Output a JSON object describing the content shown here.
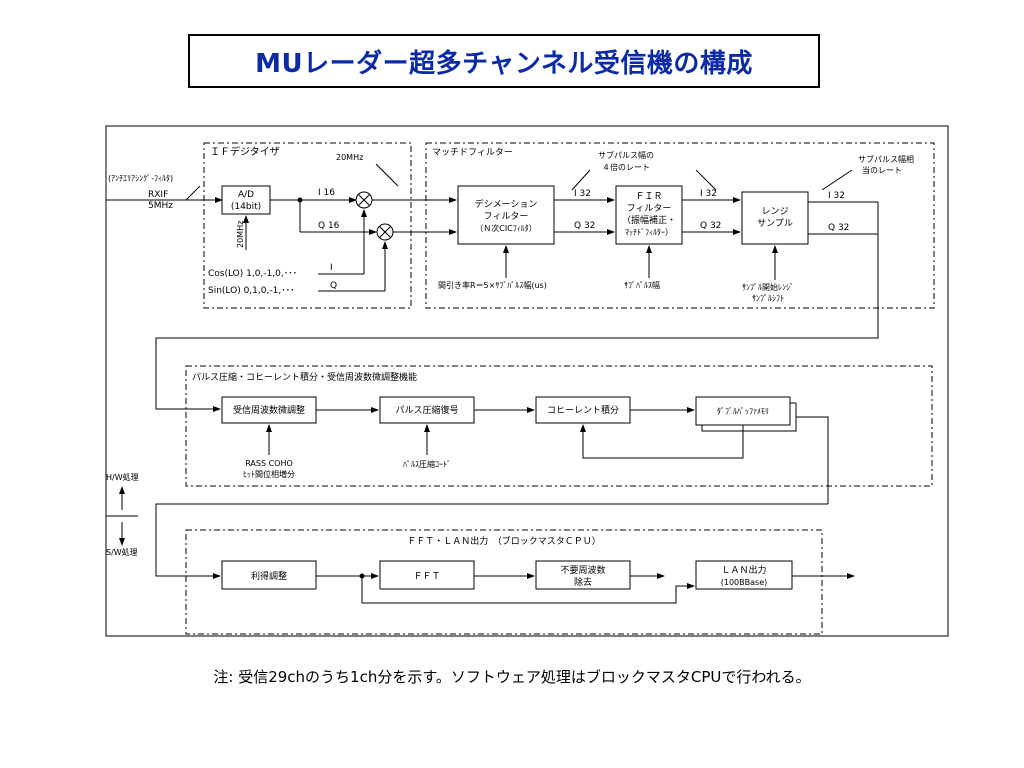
{
  "title": "MUレーダー超多チャンネル受信機の構成",
  "note": "注: 受信29chのうち1ch分を示す。ソフトウェア処理はブロックマスタCPUで行われる。",
  "section_if": {
    "label": "ＩＦデジタイザ",
    "clock_top": "20MHz",
    "clock_ad": "20MHz",
    "antialias": "(ｱﾝﾁｴﾘｱｼﾝｸﾞ-ﾌｨﾙﾀ)",
    "input_line1": "RXIF",
    "input_line2": "5MHz",
    "ad_line1": "A/D",
    "ad_line2": "(14bit)",
    "i16": "I 16",
    "q16": "Q 16",
    "cos": "Cos(LO) 1,0,-1,0,･･･",
    "sin": "Sin(LO) 0,1,0,-1,･･･",
    "i_lbl": "I",
    "q_lbl": "Q"
  },
  "section_mf": {
    "label": "マッチドフィルター",
    "decim_line1": "デシメーション",
    "decim_line2": "フィルター",
    "decim_line3": "（Ｎ次CICﾌｨﾙﾀ）",
    "decim_note": "間引き率R＝5×ｻﾌﾞﾊﾟﾙｽ幅(us)",
    "i32a": "I 32",
    "q32a": "Q 32",
    "subpulse_line1": "サブパルス幅の",
    "subpulse_line2": "４倍のレート",
    "fir_line1": "ＦＩＲ",
    "fir_line2": "フィルター",
    "fir_line3": "（振幅補正・",
    "fir_line4": "ﾏｯﾁﾄﾞﾌｨﾙﾀｰ）",
    "fir_note": "ｻﾌﾞﾊﾟﾙｽ幅",
    "i32b": "I 32",
    "q32b": "Q 32",
    "range_line1": "レンジ",
    "range_line2": "サンプル",
    "range_note1": "ｻﾝﾌﾟﾙ開始ﾚﾝｼﾞ",
    "range_note2": "ｻﾝﾌﾟﾙｼﾌﾄ",
    "i32c": "I 32",
    "q32c": "Q 32",
    "rate_line1": "サブパルス幅相",
    "rate_line2": "当のレート"
  },
  "section_pulse": {
    "label": "パルス圧縮・コヒーレント積分・受信周波数微調整機能",
    "freq": "受信周波数微調整",
    "freq_note1": "RASS COHO",
    "freq_note2": "ﾋｯﾄ間位相増分",
    "comp": "パルス圧縮復号",
    "comp_note": "ﾊﾟﾙｽ圧縮ｺｰﾄﾞ",
    "coh": "コヒーレント積分",
    "dbuf": "ﾀﾞﾌﾞﾙﾊﾞｯﾌｧﾒﾓﾘ"
  },
  "hw_sw": {
    "hw": "H/W処理",
    "sw": "S/W処理"
  },
  "section_fft": {
    "label": "ＦＦＴ・ＬＡＮ出力　（ブロックマスタＣＰＵ）",
    "gain": "利得調整",
    "fft": "ＦＦＴ",
    "unneeded_line1": "不要周波数",
    "unneeded_line2": "除去",
    "lan_line1": "ＬＡＮ出力",
    "lan_line2": "(100BBase)"
  }
}
